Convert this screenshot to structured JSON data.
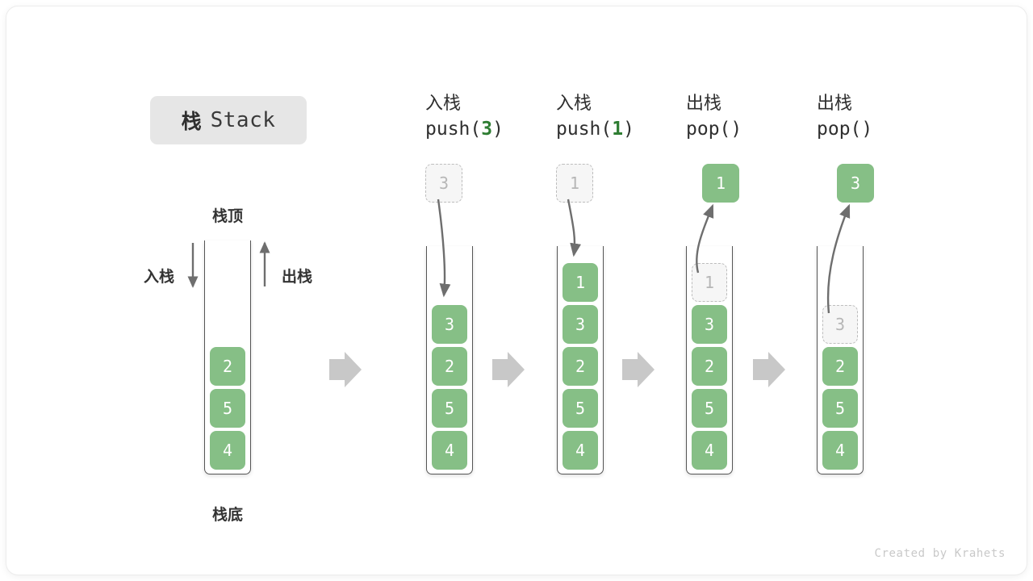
{
  "title": {
    "cjk": "栈",
    "latin": "Stack"
  },
  "colors": {
    "element": "#86bf86",
    "ghost_fill": "#f6f6f6",
    "ghost_border": "#bdbdbd",
    "arrow": "#6e6e6e",
    "badge_bg": "#e6e6e6",
    "accent_text": "#2e7d32",
    "step_arrow": "#c8c8c8"
  },
  "main_stack": {
    "top_label": "栈顶",
    "bottom_label": "栈底",
    "push_label": "入栈",
    "pop_label": "出栈",
    "elements": [
      "4",
      "5",
      "2"
    ]
  },
  "steps": [
    {
      "op_cjk": "入栈",
      "op_code_prefix": "push(",
      "op_code_arg": "3",
      "op_code_suffix": ")",
      "floating": {
        "value": "3",
        "style": "ghost"
      },
      "arrow_direction": "down",
      "elements": [
        "4",
        "5",
        "2",
        "3"
      ],
      "ghost_index": -1
    },
    {
      "op_cjk": "入栈",
      "op_code_prefix": "push(",
      "op_code_arg": "1",
      "op_code_suffix": ")",
      "floating": {
        "value": "1",
        "style": "ghost"
      },
      "arrow_direction": "down",
      "elements": [
        "4",
        "5",
        "2",
        "3",
        "1"
      ],
      "ghost_index": -1
    },
    {
      "op_cjk": "出栈",
      "op_code_prefix": "pop(",
      "op_code_arg": "",
      "op_code_suffix": ")",
      "floating": {
        "value": "1",
        "style": "solid"
      },
      "arrow_direction": "up",
      "elements": [
        "4",
        "5",
        "2",
        "3",
        "1"
      ],
      "ghost_index": 4
    },
    {
      "op_cjk": "出栈",
      "op_code_prefix": "pop(",
      "op_code_arg": "",
      "op_code_suffix": ")",
      "floating": {
        "value": "3",
        "style": "solid"
      },
      "arrow_direction": "up",
      "elements": [
        "4",
        "5",
        "2",
        "3"
      ],
      "ghost_index": 3
    }
  ],
  "credit": "Created by Krahets"
}
